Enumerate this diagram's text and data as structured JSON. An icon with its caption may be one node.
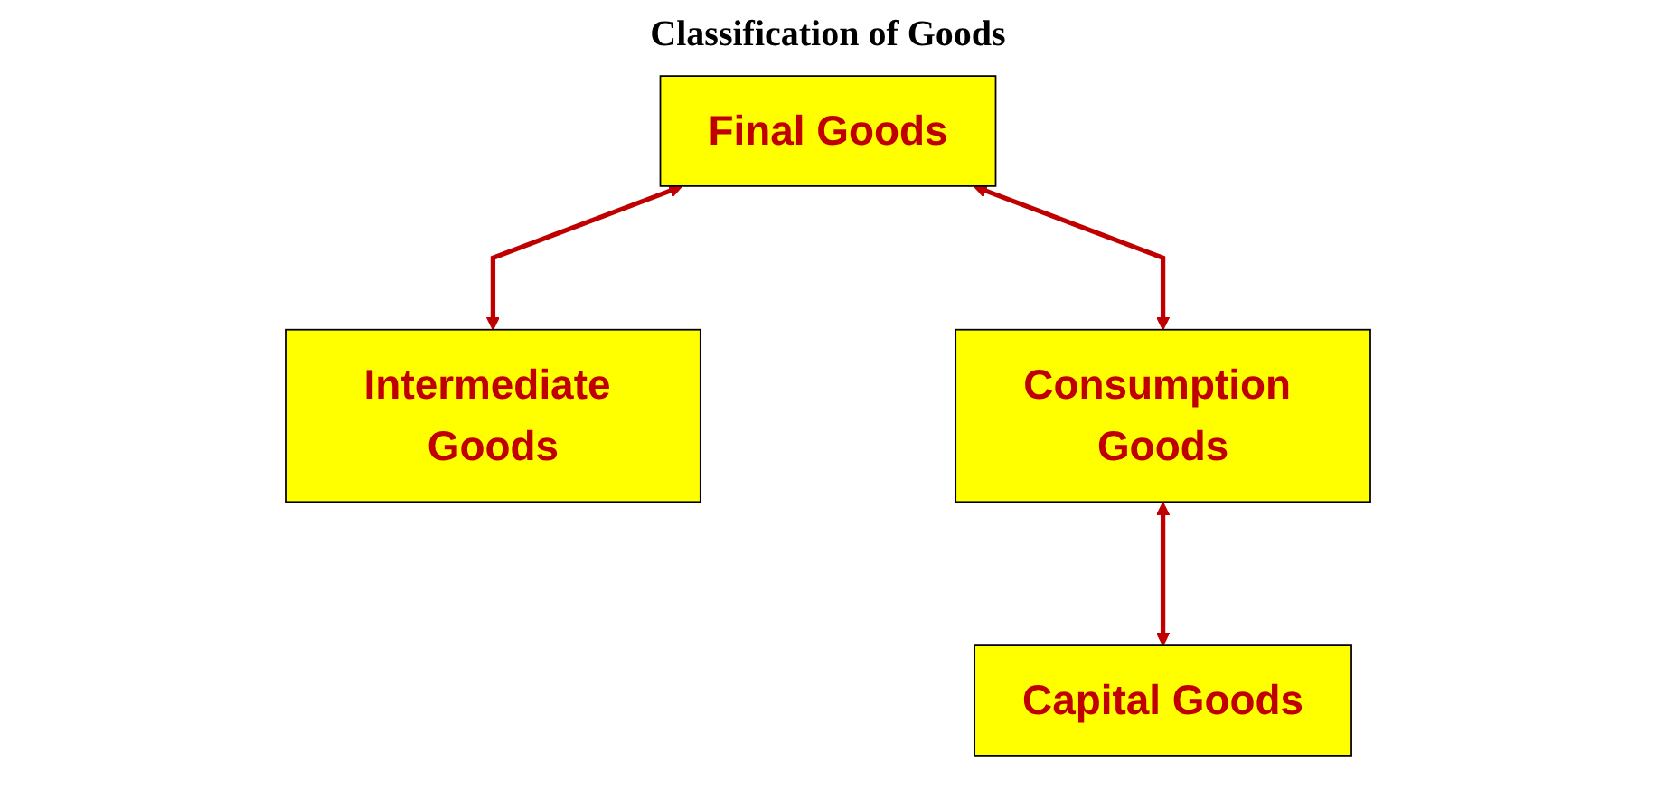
{
  "diagram": {
    "title": "Classification of Goods",
    "nodes": [
      {
        "text": [
          "Final Goods"
        ]
      },
      {
        "text": [
          "Intermediate Goods"
        ]
      },
      {
        "text": [
          "Consumption Goods"
        ]
      },
      {
        "text": [
          "Capital Goods"
        ]
      }
    ],
    "edges": [
      {
        "from": 0,
        "to": 2,
        "arrow": "both"
      },
      {
        "from": 0,
        "to": 1,
        "arrow": "both"
      },
      {
        "from": 2,
        "to": 3,
        "arrow": "both"
      }
    ]
  }
}
